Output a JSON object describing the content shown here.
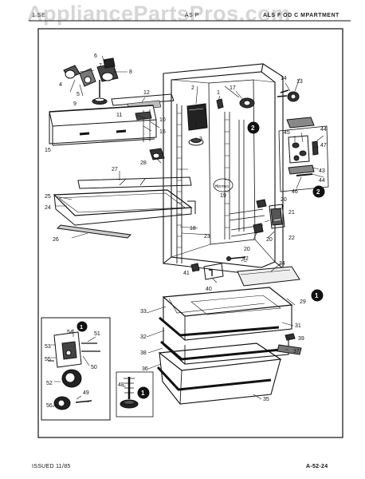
{
  "watermark": "AppliancePartsPros.com",
  "header": {
    "left_code": "1 SE",
    "middle_code": "AS P",
    "right_title": "ALS F OD C MPARTMENT"
  },
  "footer": {
    "issued": "ISSUED 11/85",
    "doc_id": "A-52-24"
  },
  "callouts": {
    "c1": "1",
    "c2": "2",
    "c3": "3",
    "c4": "4",
    "c5": "5",
    "c6": "6",
    "c7": "7",
    "c8": "8",
    "c9": "9",
    "c10": "10",
    "c11": "11",
    "c12": "12",
    "c13": "13",
    "c14": "14",
    "c15": "15",
    "c16": "16",
    "c17": "17",
    "c18": "18",
    "c19": "19",
    "c20": "20",
    "c21": "21",
    "c22": "22",
    "c23": "23",
    "c24": "24",
    "c25": "25",
    "c26": "26",
    "c27": "27",
    "c28": "28",
    "c29": "29",
    "c31": "31",
    "c32": "32",
    "c33": "33",
    "c34": "34",
    "c35": "35",
    "c36": "36",
    "c37": "37",
    "c38": "38",
    "c39": "39",
    "c40": "40",
    "c41": "41",
    "c42": "42",
    "c43": "43",
    "c44a": "44",
    "c44b": "44",
    "c45": "45",
    "c46": "46",
    "c47": "47",
    "c48": "48",
    "c49": "49",
    "c50": "50",
    "c51": "51",
    "c52": "52",
    "c53": "53",
    "c54": "54",
    "c55": "55",
    "c56": "56",
    "c20b": "20",
    "c20c": "20"
  },
  "markers": {
    "m1a": "1",
    "m1b": "1",
    "m1c": "1",
    "m2a": "2",
    "m2b": "2"
  },
  "refrig_label": "REFRIG",
  "colors": {
    "line": "#111111",
    "watermark": "#cfcfcf"
  }
}
